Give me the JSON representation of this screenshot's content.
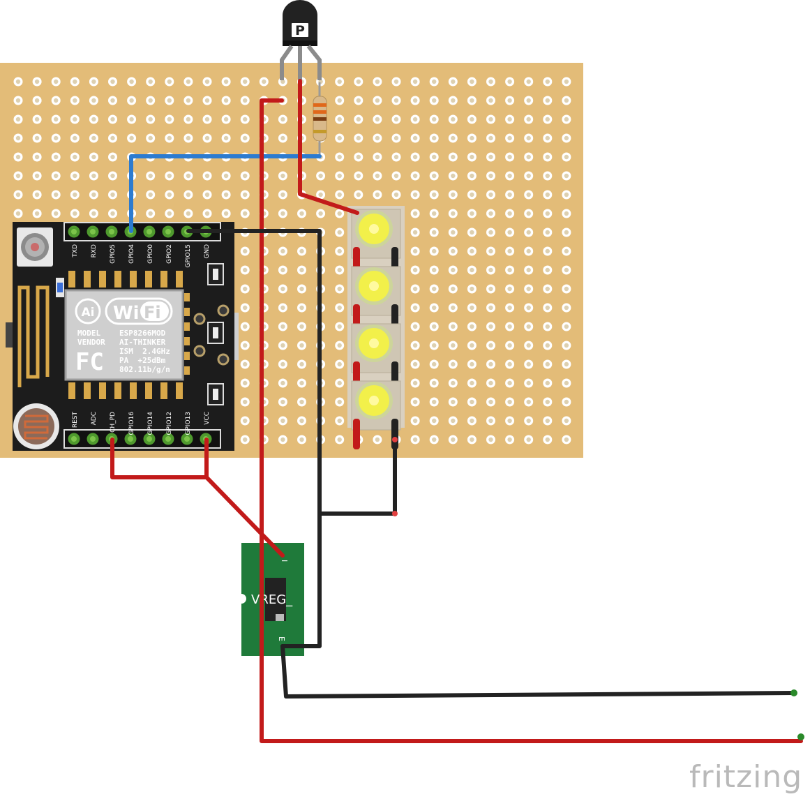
{
  "transistor": {
    "marking": "P"
  },
  "esp_module": {
    "top_pins": [
      "TXD",
      "RXD",
      "GPIO5",
      "GPIO4",
      "GPIO0",
      "GPIO2",
      "GPIO15",
      "GND"
    ],
    "bottom_pins": [
      "REST",
      "ADC",
      "CH_PD",
      "GPIO16",
      "GPIO14",
      "GPIO12",
      "GPIO13",
      "VCC"
    ],
    "shield": {
      "wifi_text": "WiFi",
      "wifi_prefix": "Wi",
      "wifi_suffix": "Fi",
      "ai_logo": "Ai",
      "fcc_logo": "FC",
      "model_label": "MODEL",
      "model_value": "ESP8266MOD",
      "vendor_label": "VENDOR",
      "vendor_value": "AI-THINKER",
      "line_ism": "ISM  2.4GHz",
      "line_pa": "PA  +25dBm",
      "line_std": "802.11b/g/n"
    }
  },
  "regulator": {
    "label": "VREG_",
    "pin_in": "I",
    "pin_out": "E"
  },
  "brand": "fritzing",
  "colors": {
    "board": "#e3bc78",
    "pcb": "#1c1c1c",
    "wire_red": "#c21a1a",
    "wire_black": "#222222",
    "wire_blue": "#2c7bd0",
    "regulator_pcb": "#1f7a3a",
    "led": "#f2f04a"
  }
}
